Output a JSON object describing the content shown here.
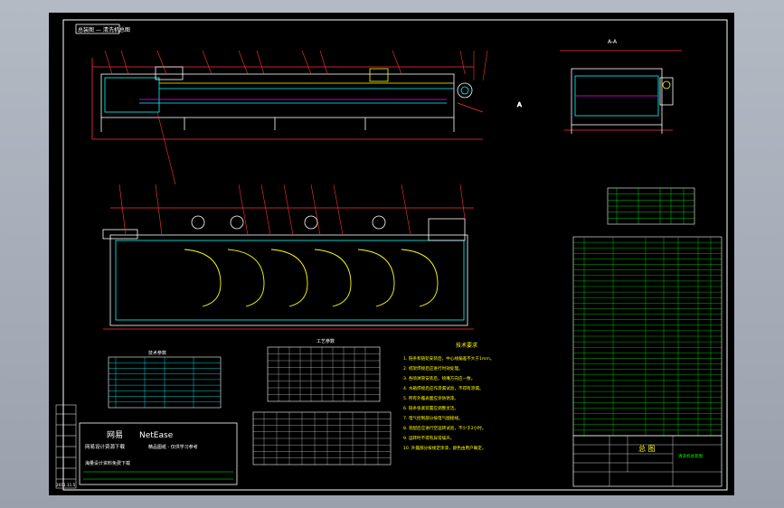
{
  "drawing": {
    "title_tag": "总装图 — 清洗机总图",
    "section_label": "A-A",
    "view_label": "A",
    "revision_stamp": "2011.11.5"
  },
  "notes": {
    "heading": "技术要求",
    "items": [
      "1. 链条和链轮安装后，中心线偏差不大于1mm。",
      "2. 机架焊接后应进行时效处理。",
      "3. 各喷淋管安装后，喷嘴方向应一致。",
      "4. 水箱焊接后应作渗漏试验，不得有渗漏。",
      "5. 所有外露表面应涂防锈漆。",
      "6. 链条张紧装置应调整灵活。",
      "7. 电气控制部分按电气图接线。",
      "8. 装配后应进行空运转试验，不少于2小时。",
      "9. 运转时不得有异常噪声。",
      "10. 外露部分按规定涂漆，颜色由用户确定。"
    ]
  },
  "brand": {
    "site_cn": "网易",
    "site_en": "NetEase",
    "line1": "网易设计资源下载",
    "line2": "精品图纸 · 仅供学习参考",
    "line3": "海量设计资料免费下载"
  },
  "title_block": {
    "name": "总  图",
    "company": "清洗机总装图"
  },
  "tables": {
    "params_title": "技术参数",
    "params_top_title": "工艺参数"
  }
}
